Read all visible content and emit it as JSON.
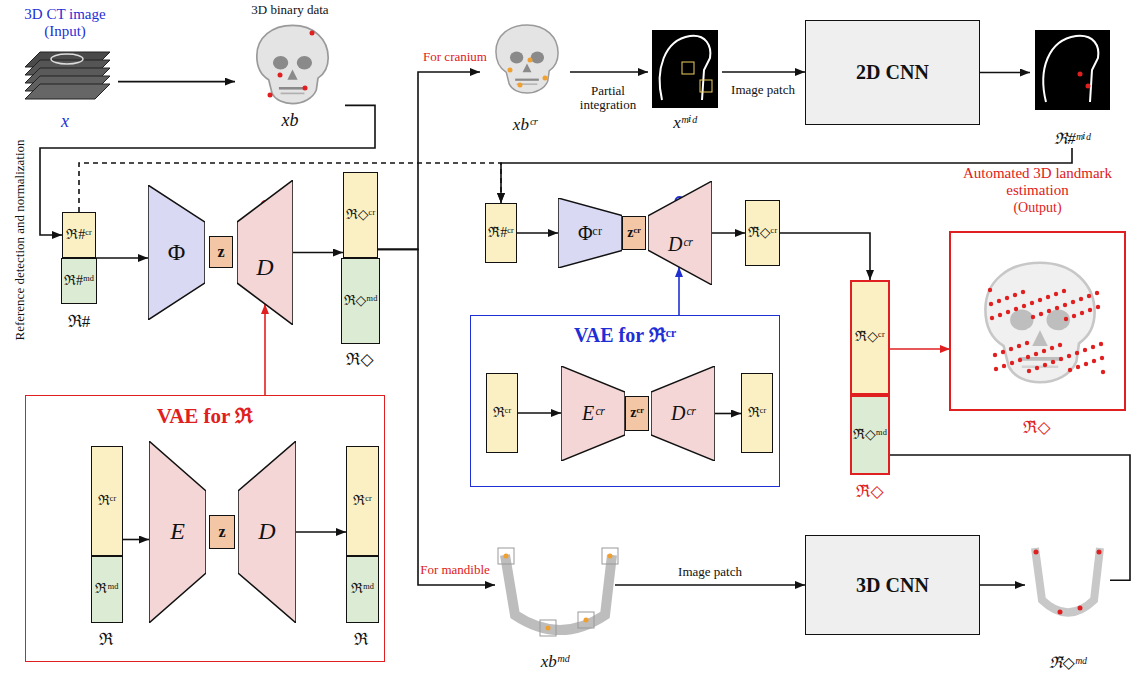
{
  "diagram": {
    "nodes": [
      {
        "text": [
          "3D CT image",
          "(Input)",
          "x"
        ]
      },
      {
        "text": [
          "3D binary data",
          "xb"
        ]
      },
      {
        "text": [
          "xbᶜʳ"
        ]
      },
      {
        "text": [
          "xᵐⁱᵈ"
        ]
      },
      {
        "text": [
          "2D CNN"
        ]
      },
      {
        "text": [
          "ℜ#ᵐⁱᵈ"
        ]
      },
      {
        "text": [
          "ℜ#ᶜʳ"
        ]
      },
      {
        "text": [
          "ℜ#ᵐᵈ"
        ]
      },
      {
        "text": [
          "Φ"
        ]
      },
      {
        "text": [
          "z"
        ]
      },
      {
        "text": [
          "D"
        ]
      },
      {
        "text": [
          "ℜ◇ᶜʳ"
        ]
      },
      {
        "text": [
          "ℜ◇ᵐᵈ"
        ]
      },
      {
        "text": [
          "ℜ̃#ᶜʳ"
        ]
      },
      {
        "text": [
          "Φᶜʳ"
        ]
      },
      {
        "text": [
          "zᶜʳ"
        ]
      },
      {
        "text": [
          "Dᶜʳ"
        ]
      },
      {
        "text": [
          "ℜ̃◇ᶜʳ"
        ]
      },
      {
        "text": [
          "VAE for ℜᶜʳ"
        ]
      },
      {
        "text": [
          "ℜᶜʳ"
        ],
        "in": 18
      },
      {
        "text": [
          "Eᶜʳ"
        ],
        "in": 18
      },
      {
        "text": [
          "zᶜʳ"
        ],
        "in": 18
      },
      {
        "text": [
          "Dᶜʳ"
        ],
        "in": 18
      },
      {
        "text": [
          "ℜᶜʳ"
        ],
        "in": 18
      },
      {
        "text": [
          "ℜ̃◇ᶜʳ"
        ]
      },
      {
        "text": [
          "ℜ̃◇ᵐᵈ"
        ]
      },
      {
        "text": [
          "Automated 3D landmark estimation",
          "(Output)"
        ]
      },
      {
        "text": [
          "VAE for ℜ"
        ]
      },
      {
        "text": [
          "ℜᶜʳ"
        ],
        "in": 27
      },
      {
        "text": [
          "ℜᵐᵈ"
        ],
        "in": 27
      },
      {
        "text": [
          "E"
        ],
        "in": 27
      },
      {
        "text": [
          "z"
        ],
        "in": 27
      },
      {
        "text": [
          "D"
        ],
        "in": 27
      },
      {
        "text": [
          "ℜᶜʳ"
        ],
        "in": 27
      },
      {
        "text": [
          "ℜᵐᵈ"
        ],
        "in": 27
      },
      {
        "text": [
          "xbᵐᵈ"
        ]
      },
      {
        "text": [
          "3D CNN"
        ]
      },
      {
        "text": [
          "ℜ̃◇ᵐᵈ"
        ]
      }
    ],
    "edges": [
      {
        "from": 0,
        "to": 1,
        "arrow": "to"
      },
      {
        "from": 1,
        "to": 6,
        "arrow": "to"
      },
      {
        "from": 6,
        "to": 8,
        "arrow": "to"
      },
      {
        "from": 10,
        "to": 11,
        "arrow": "to"
      },
      {
        "from": 11,
        "to": 2,
        "arrow": "to"
      },
      {
        "from": 11,
        "to": 35,
        "arrow": "to"
      },
      {
        "from": 2,
        "to": 3,
        "label": "Partial integration",
        "arrow": "to"
      },
      {
        "from": 3,
        "to": 4,
        "label": "Image patch",
        "arrow": "to"
      },
      {
        "from": 4,
        "to": 5,
        "arrow": "to"
      },
      {
        "from": 5,
        "to": 13,
        "arrow": "to"
      },
      {
        "from": 6,
        "to": 13,
        "arrow": "to"
      },
      {
        "from": 13,
        "to": 14,
        "arrow": "to"
      },
      {
        "from": 16,
        "to": 17,
        "arrow": "to"
      },
      {
        "from": 17,
        "to": 24,
        "arrow": "to"
      },
      {
        "from": 24,
        "to": 26,
        "arrow": "to"
      },
      {
        "from": 19,
        "to": 20,
        "arrow": "to"
      },
      {
        "from": 22,
        "to": 23,
        "arrow": "to"
      },
      {
        "from": 18,
        "to": 16,
        "arrow": "to"
      },
      {
        "from": 28,
        "to": 30,
        "arrow": "to"
      },
      {
        "from": 32,
        "to": 33,
        "arrow": "to"
      },
      {
        "from": 27,
        "to": 10,
        "arrow": "to"
      },
      {
        "from": 35,
        "to": 36,
        "label": "Image patch",
        "arrow": "to"
      },
      {
        "from": 36,
        "to": 37,
        "arrow": "to"
      },
      {
        "from": 37,
        "to": 25,
        "arrow": "to"
      }
    ],
    "labels": [
      "Reference detection and normalization",
      "For cranium",
      "For mandible",
      "ℜ#",
      "ℜ◇",
      "ℜ",
      "ℜ",
      "ℜ̃◇",
      "ℜ̃◇"
    ]
  }
}
